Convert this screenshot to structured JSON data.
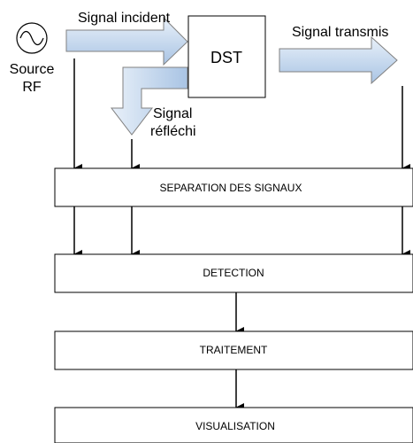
{
  "labels": {
    "signal_incident": "Signal incident",
    "signal_transmis": "Signal transmis",
    "source_line1": "Source",
    "source_line2": "RF",
    "dst": "DST",
    "reflechi_line1": "Signal",
    "reflechi_line2": "réfléchi"
  },
  "boxes": {
    "separation": "SEPARATION DES SIGNAUX",
    "detection": "DETECTION",
    "traitement": "TRAITEMENT",
    "visualisation": "VISUALISATION"
  },
  "colors": {
    "arrow_fill_light": "#e8f0f9",
    "arrow_fill_dark": "#a9c4e4",
    "arrow_stroke": "#808080",
    "line": "#000000"
  },
  "icons": {
    "source": "sine-wave-source-icon"
  }
}
